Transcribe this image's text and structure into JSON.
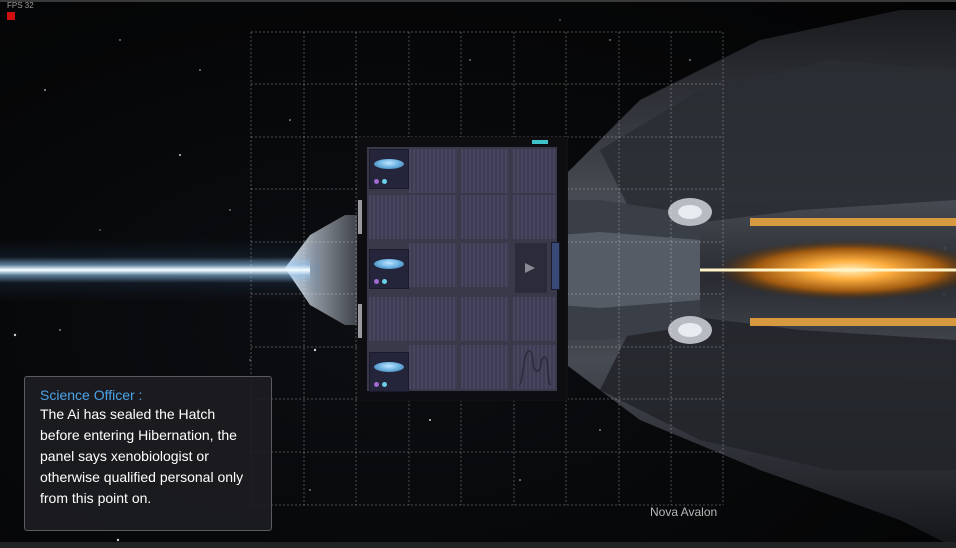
{
  "hud": {
    "fps_label": "FPS 32",
    "fps_indicator_color": "#d01010"
  },
  "grid": {
    "columns": 9,
    "rows": 9
  },
  "hatch_panel": {
    "slots": [
      {
        "icon": "specimen-dish-icon"
      },
      {
        "icon": "specimen-dish-icon"
      },
      {
        "icon": "specimen-dish-icon"
      }
    ],
    "play_icon": "play-triangle-icon",
    "waveform_icon": "waveform-icon",
    "indicator_color": "#3fc2c8"
  },
  "dialog": {
    "speaker": "Science Officer :",
    "message": "The Ai has sealed the Hatch before entering Hibernation, the panel says xenobiologist or otherwise qualified personal only from this point on.",
    "speaker_color": "#4aa3e8"
  },
  "ship_name": "Nova Avalon"
}
